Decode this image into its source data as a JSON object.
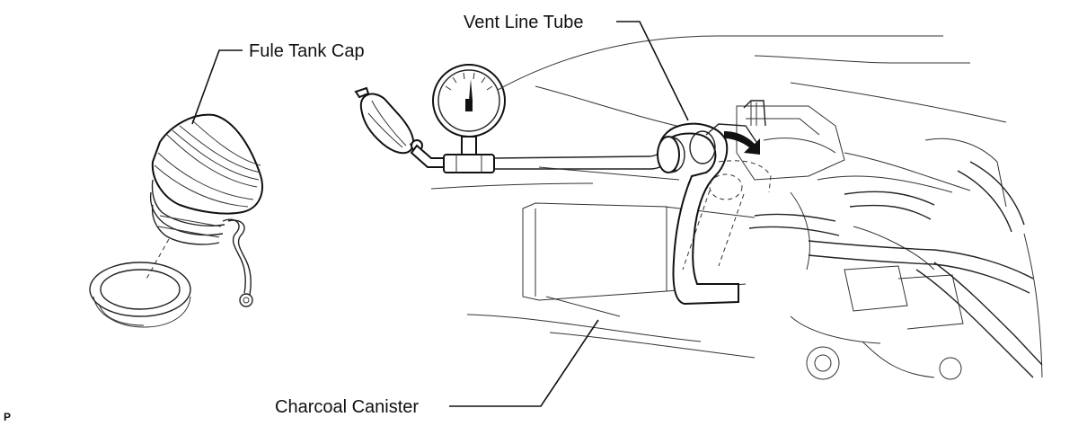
{
  "labels": {
    "fuel_tank_cap": "Fule Tank Cap",
    "vent_line_tube": "Vent Line Tube",
    "charcoal_canister": "Charcoal Canister",
    "figure_mark": "P"
  }
}
